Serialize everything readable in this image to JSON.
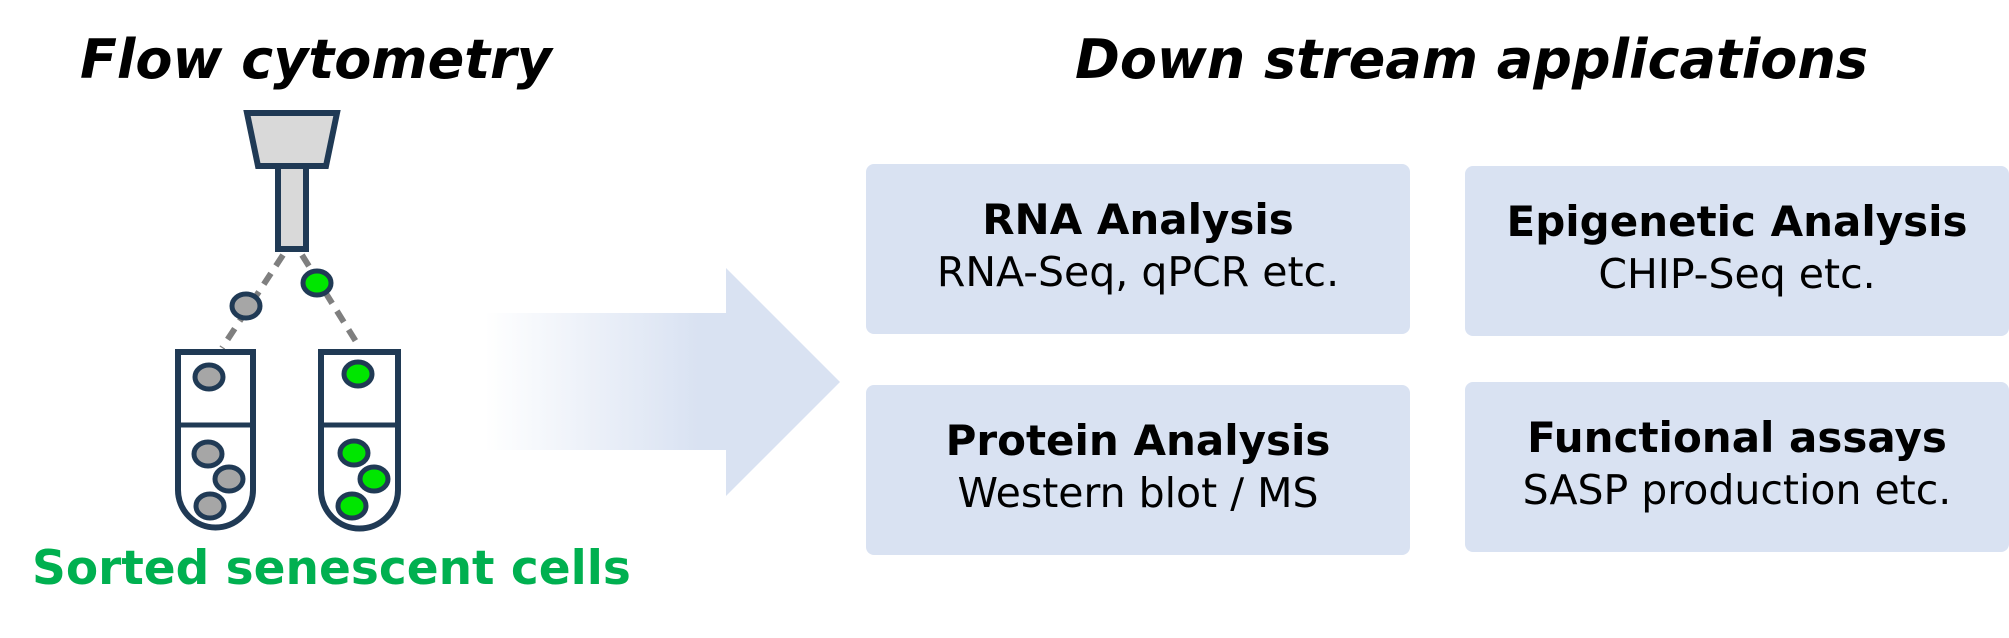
{
  "headings": {
    "flow_cytometry": "Flow cytometry",
    "downstream": "Down stream applications"
  },
  "sorted_label": "Sorted senescent cells",
  "boxes": [
    {
      "title": "RNA Analysis",
      "subtitle": "RNA-Seq, qPCR etc."
    },
    {
      "title": "Epigenetic Analysis",
      "subtitle": "CHIP-Seq etc."
    },
    {
      "title": "Protein Analysis",
      "subtitle": "Western blot / MS"
    },
    {
      "title": "Functional assays",
      "subtitle": "SASP production etc."
    }
  ],
  "colors": {
    "outline": "#203a55",
    "grey_cell": "#a6a6a6",
    "green_cell": "#00e600",
    "sorted_label": "#00b050",
    "box_fill": "#d9e2f2",
    "arrow_fill": "#d9e2f2",
    "nozzle_fill": "#d9d9d9",
    "dash": "#7f7f7f"
  }
}
